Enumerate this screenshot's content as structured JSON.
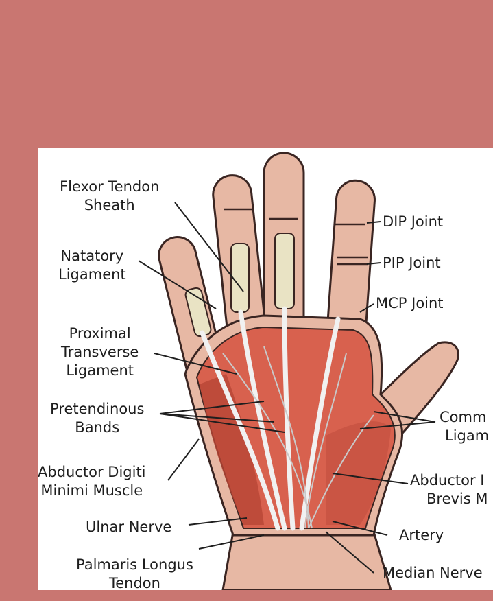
{
  "colors": {
    "background": "#c97671",
    "panel": "#ffffff",
    "skin": "#e7b8a4",
    "skin_outline": "#3a2522",
    "muscle": "#d8614e",
    "muscle_dark": "#b84636",
    "tendon": "#dcdcdc",
    "sheath": "#e9e3c4",
    "nerve": "#f0e28a"
  },
  "labels": {
    "flexor_tendon_sheath": [
      "Flexor Tendon",
      "Sheath"
    ],
    "natatory_ligament": [
      "Natatory",
      "Ligament"
    ],
    "proximal_transverse_ligament": [
      "Proximal",
      "Transverse",
      "Ligament"
    ],
    "pretendinous_bands": [
      "Pretendinous",
      "Bands"
    ],
    "abductor_digiti_minimi": [
      "Abductor Digiti",
      "Minimi Muscle"
    ],
    "ulnar_nerve": "Ulnar Nerve",
    "palmaris_longus": [
      "Palmaris Longus",
      "Tendon"
    ],
    "dip_joint": "DIP Joint",
    "pip_joint": "PIP Joint",
    "mcp_joint": "MCP Joint",
    "common_ligament": [
      "Comm",
      "Ligam"
    ],
    "abductor_brevis": [
      "Abductor I",
      "Brevis M"
    ],
    "artery": "Artery",
    "median_nerve": "Median Nerve"
  }
}
